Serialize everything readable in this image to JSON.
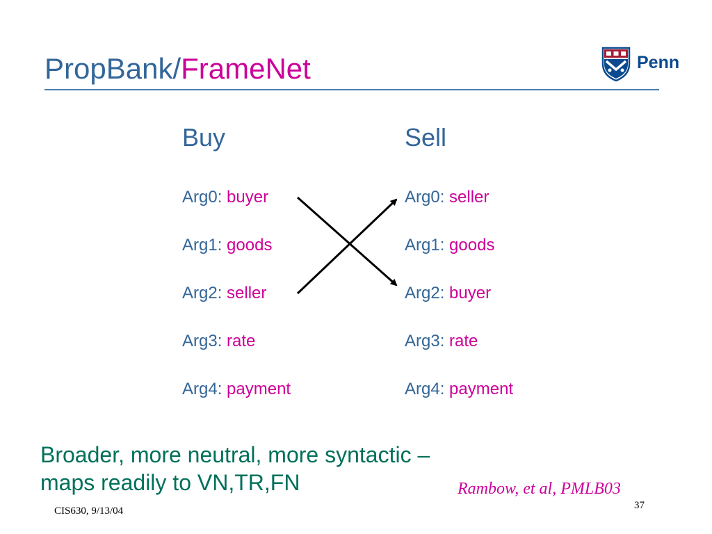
{
  "slide": {
    "title_main": "PropBank/",
    "title_accent": "FrameNet",
    "logo_text": "Penn",
    "buy": {
      "heading": "Buy",
      "args": [
        {
          "label": "Arg0:",
          "value": "buyer"
        },
        {
          "label": "Arg1:",
          "value": "goods"
        },
        {
          "label": "Arg2:",
          "value": "seller"
        },
        {
          "label": "Arg3:",
          "value": "rate"
        },
        {
          "label": "Arg4:",
          "value": "payment"
        }
      ]
    },
    "sell": {
      "heading": "Sell",
      "args": [
        {
          "label": "Arg0:",
          "value": "seller"
        },
        {
          "label": "Arg1:",
          "value": "goods"
        },
        {
          "label": "Arg2:",
          "value": "buyer"
        },
        {
          "label": "Arg3:",
          "value": "rate"
        },
        {
          "label": "Arg4:",
          "value": "payment"
        }
      ]
    },
    "summary_line1": "Broader, more neutral, more syntactic –",
    "summary_line2": "maps readily to VN,TR,FN",
    "citation": "Rambow, et al, PMLB03",
    "footer": "CIS630, 9/13/04",
    "page_number": "37"
  },
  "colors": {
    "title": "#336699",
    "accent": "#cc0099",
    "summary": "#00705a",
    "logo": "#0b4a8f"
  },
  "icons": [
    "penn-shield-icon",
    "arrow-icon"
  ]
}
